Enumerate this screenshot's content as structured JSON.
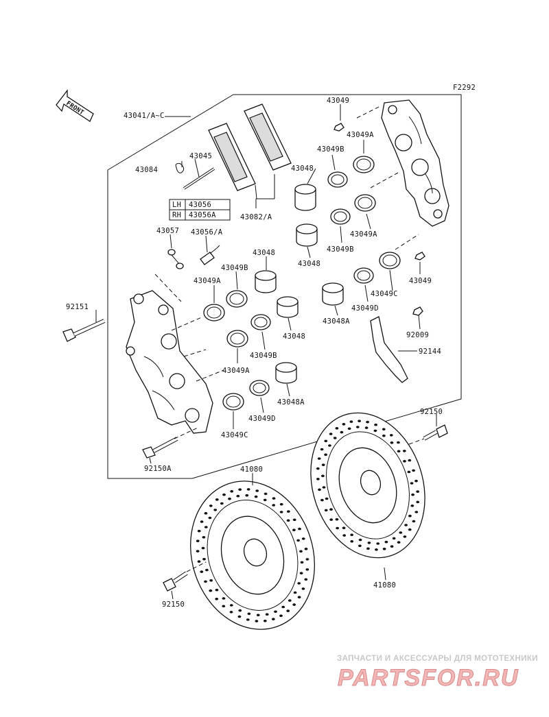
{
  "figure_code": "F2292",
  "front_arrow_label": "FRONT",
  "labels": {
    "p43041": "43041/A~C",
    "p43049_top": "43049",
    "p43049A_top": "43049A",
    "p43049B_top": "43049B",
    "p43048_top": "43048",
    "p43045": "43045",
    "p43084": "43084",
    "p43082": "43082/A",
    "lh_side": "LH",
    "lh_part": "43056",
    "rh_side": "RH",
    "rh_part": "43056A",
    "p43057": "43057",
    "p43056A": "43056/A",
    "p43049A_r2": "43049A",
    "p43049B_r2": "43049B",
    "p43048_r2": "43048",
    "p43048_mid": "43048",
    "p43049B_left": "43049B",
    "p43049A_left": "43049A",
    "p43049_right": "43049",
    "p43049C_right": "43049C",
    "p43049D_right": "43049D",
    "p43048A_right": "43048A",
    "p92151": "92151",
    "p43048_c": "43048",
    "p43049B_c": "43049B",
    "p92009": "92009",
    "p92144": "92144",
    "p43049A_c": "43049A",
    "p43048A_c": "43048A",
    "p43049D_c": "43049D",
    "p43049C_c": "43049C",
    "p92150_top": "92150",
    "p92150A": "92150A",
    "p41080_top": "41080",
    "p41080_right": "41080",
    "p92150_bottom": "92150"
  },
  "watermark": {
    "tagline": "ЗАПЧАСТИ И АКСЕССУАРЫ ДЛЯ МОТОТЕХНИКИ",
    "logo": "PARTSFOR.RU"
  }
}
